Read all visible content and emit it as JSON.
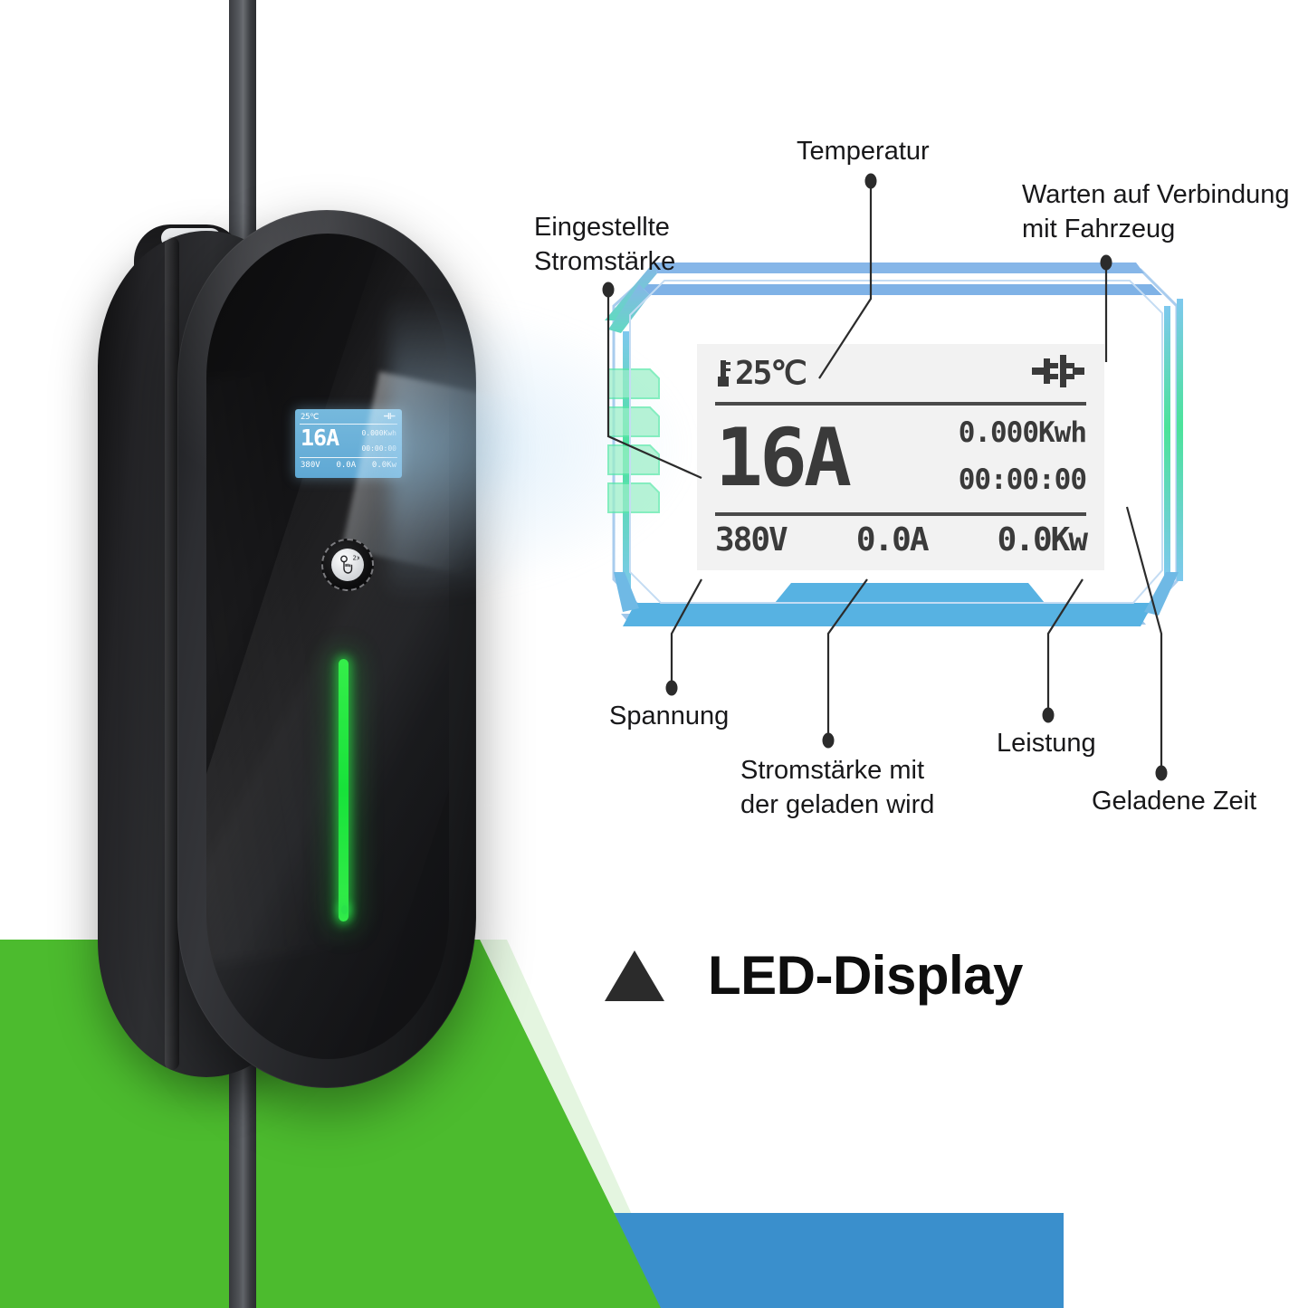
{
  "lcd": {
    "temperature": "25℃",
    "temp_icon": "thermometer-icon",
    "connection_icon": "plug-connection-icon",
    "set_current": "16A",
    "energy": "0.000Kwh",
    "charged_time": "00:00:00",
    "voltage": "380V",
    "current": "0.0A",
    "power": "0.0Kw"
  },
  "device_lcd": {
    "temperature": "25℃",
    "set_current": "16A",
    "energy": "0.000Kwh",
    "charged_time": "00:00:00",
    "voltage": "380V",
    "current": "0.0A",
    "power": "0.0Kw"
  },
  "callouts": {
    "set_current": "Eingestellte\nStromstärke",
    "temperature": "Temperatur",
    "waiting": "Warten auf Verbindung\nmit Fahrzeug",
    "voltage": "Spannung",
    "charging_current": "Stromstärke mit\nder geladen wird",
    "power": "Leistung",
    "charged_time": "Geladene Zeit"
  },
  "caption": {
    "marker_icon": "triangle-up-icon",
    "text": "LED-Display"
  },
  "device": {
    "touch_button_icon": "touch-hand-2x-icon",
    "led_strip_label": "status-led-strip"
  },
  "colors": {
    "accent_green": "#4CBB2E",
    "accent_blue": "#3A8FCC",
    "frame_blue_light": "#9EC4EC",
    "frame_blue_mid": "#6FB9E5",
    "frame_blue_dark": "#4FAEE0",
    "frame_green": "#58E8A8",
    "lcd_bg": "#F2F2F2",
    "lcd_text": "#3A3A3A",
    "device_led": "#24E24A"
  }
}
